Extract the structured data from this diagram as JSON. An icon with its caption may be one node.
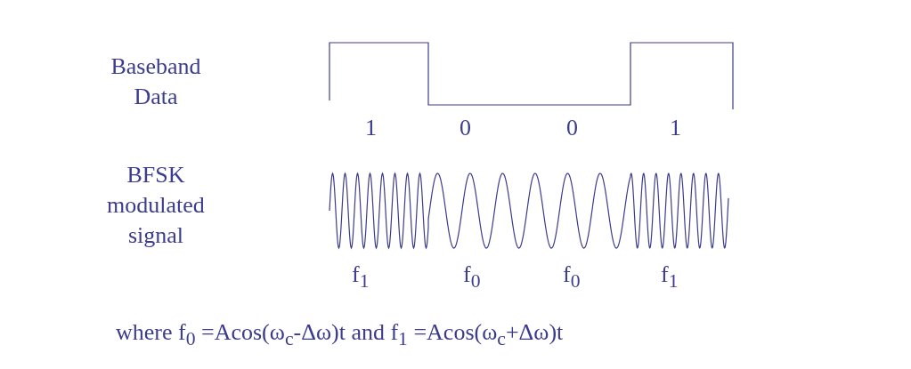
{
  "diagram": {
    "labels": [
      "Baseband Data",
      "1",
      "0",
      "0",
      "1",
      "BFSK modulated signal",
      "f$_{1}$",
      "f$_{0}$",
      "f$_{0}$",
      "f$_{1}$",
      "where f$_{0}$ =Acos(ω$_{c}$-Δω)t and f$_{1}$ =Acos(ω$_{c}$+Δω)t"
    ]
  }
}
